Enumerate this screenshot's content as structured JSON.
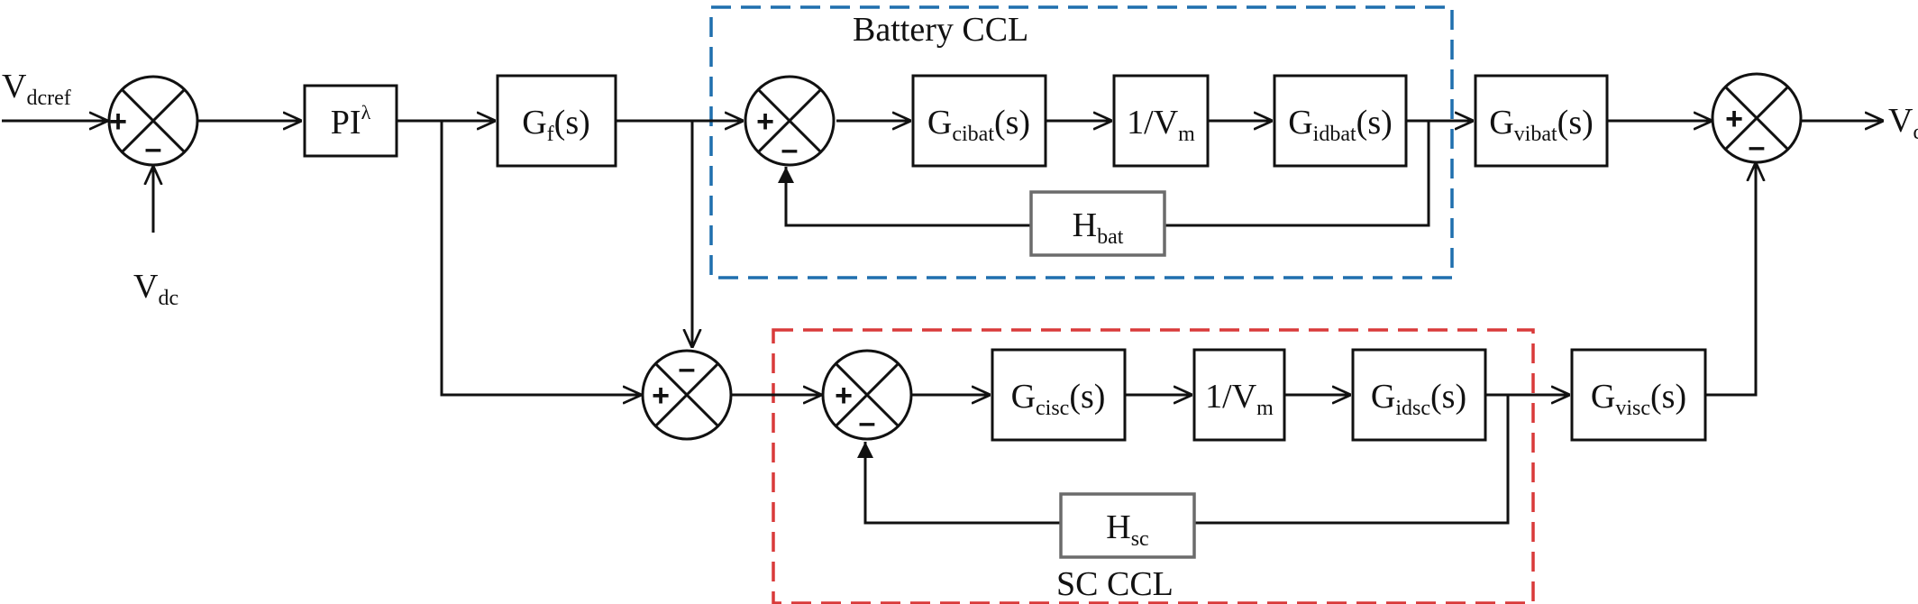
{
  "colors": {
    "battery_box": "#1f6fae",
    "sc_box": "#d93a3a",
    "ink": "#111111",
    "hbox": "#6b6b6b"
  },
  "inputs": {
    "vdcref": {
      "main": "V",
      "sub": "dcref"
    },
    "vdc_feedback": {
      "main": "V",
      "sub": "dc"
    }
  },
  "output": {
    "main": "V",
    "sub": "dc"
  },
  "groups": {
    "battery": "Battery CCL",
    "sc": "SC CCL"
  },
  "blocks": {
    "pi": {
      "main": "PI",
      "sup": "λ"
    },
    "gf": {
      "main": "G",
      "sub": "f",
      "suffix": "(s)"
    },
    "gcibat": {
      "main": "G",
      "sub": "cibat",
      "suffix": "(s)"
    },
    "vm_bat": {
      "main": "1/V",
      "sub": "m"
    },
    "gidbat": {
      "main": "G",
      "sub": "idbat",
      "suffix": "(s)"
    },
    "gvibat": {
      "main": "G",
      "sub": "vibat",
      "suffix": "(s)"
    },
    "hbat": {
      "main": "H",
      "sub": "bat"
    },
    "gcisc": {
      "main": "G",
      "sub": "cisc",
      "suffix": "(s)"
    },
    "vm_sc": {
      "main": "1/V",
      "sub": "m"
    },
    "gidsc": {
      "main": "G",
      "sub": "idsc",
      "suffix": "(s)"
    },
    "gvisc": {
      "main": "G",
      "sub": "visc",
      "suffix": "(s)"
    },
    "hsc": {
      "main": "H",
      "sub": "sc"
    }
  },
  "signs": {
    "plus": "+",
    "minus": "–"
  }
}
